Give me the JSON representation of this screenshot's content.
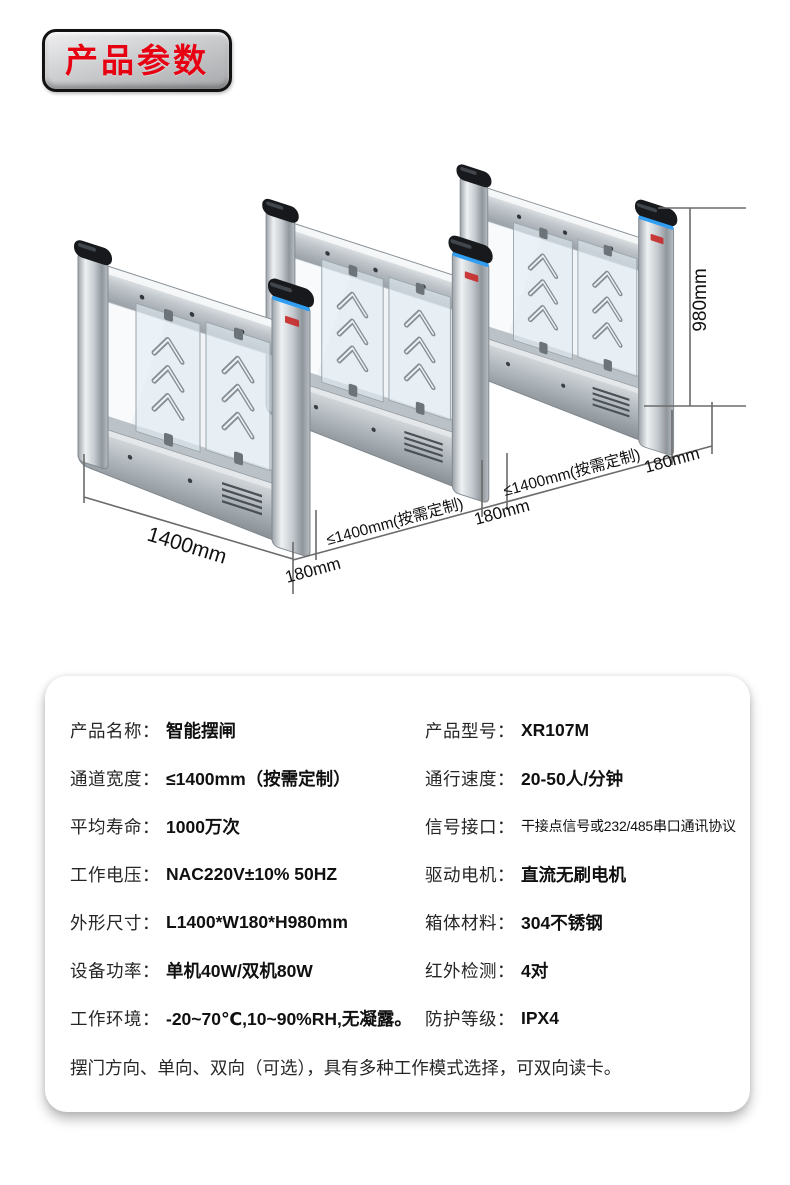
{
  "banner": {
    "label": "产品参数"
  },
  "colors": {
    "banner_text": "#e60012",
    "cap_black": "#17191c",
    "led_blue": "#2f9df1",
    "logo_red": "#c62828",
    "dimension_line": "#6b6b6b"
  },
  "figure": {
    "description": "三台不锈钢智能摆闸（斜视图）及尺寸标注",
    "dim_height": "980mm",
    "dim_width": "1400mm",
    "dim_depth": "180mm",
    "dim_lane": "≤1400mm(按需定制)"
  },
  "specs": {
    "rows_left": [
      {
        "label": "产品名称：",
        "value": "智能摆闸"
      },
      {
        "label": "通道宽度：",
        "value": "≤1400mm（按需定制）"
      },
      {
        "label": "平均寿命：",
        "value": "1000万次"
      },
      {
        "label": "工作电压：",
        "value": "NAC220V±10% 50HZ"
      },
      {
        "label": "外形尺寸：",
        "value": "L1400*W180*H980mm"
      },
      {
        "label": "设备功率：",
        "value": "单机40W/双机80W"
      },
      {
        "label": "工作环境：",
        "value": "-20~70℃,10~90%RH,无凝露。"
      }
    ],
    "rows_right": [
      {
        "label": "产品型号：",
        "value": "XR107M"
      },
      {
        "label": "通行速度：",
        "value": "20-50人/分钟"
      },
      {
        "label": "信号接口：",
        "value": "干接点信号或232/485串口通讯协议"
      },
      {
        "label": "驱动电机：",
        "value": "直流无刷电机"
      },
      {
        "label": "箱体材料：",
        "value": "304不锈钢"
      },
      {
        "label": "红外检测：",
        "value": "4对"
      },
      {
        "label": "防护等级：",
        "value": "IPX4"
      }
    ],
    "note": "摆门方向、单向、双向（可选），具有多种工作模式选择，可双向读卡。"
  }
}
